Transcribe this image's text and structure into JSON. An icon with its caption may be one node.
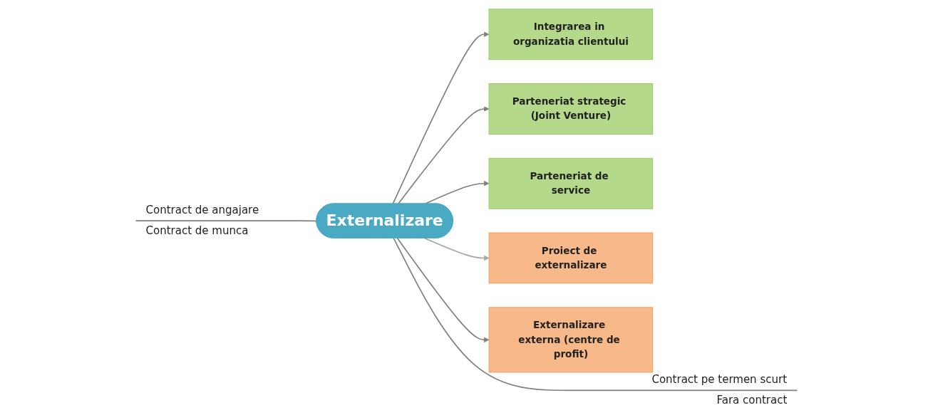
{
  "diagram": {
    "nodes": [
      {
        "text": [
          "Integrarea in organizatia clientului"
        ]
      },
      {
        "text": [
          "Parteneriat strategic (Joint Venture)"
        ]
      },
      {
        "text": [
          "Parteneriat de service"
        ]
      },
      {
        "text": [
          "Externalizare"
        ]
      },
      {
        "text": [
          "Proiect de externalizare"
        ]
      },
      {
        "text": [
          "Externalizare externa (centre de profit)"
        ]
      }
    ],
    "edges": [
      {
        "from": 3,
        "to": 0,
        "arrow": "to"
      },
      {
        "from": 3,
        "to": 1,
        "arrow": "to"
      },
      {
        "from": 3,
        "to": 2,
        "arrow": "to"
      },
      {
        "from": 3,
        "to": 4,
        "arrow": "to",
        "color": "#a6a6a6"
      },
      {
        "from": 3,
        "to": 5,
        "arrow": "to"
      },
      {
        "from": null,
        "to": 3,
        "arrow": "none"
      },
      {
        "from": 3,
        "to": null,
        "arrow": "none"
      }
    ],
    "labels": [
      "Contract de angajare",
      "Contract de munca",
      "Contract pe termen scurt",
      "Fara contract"
    ]
  }
}
